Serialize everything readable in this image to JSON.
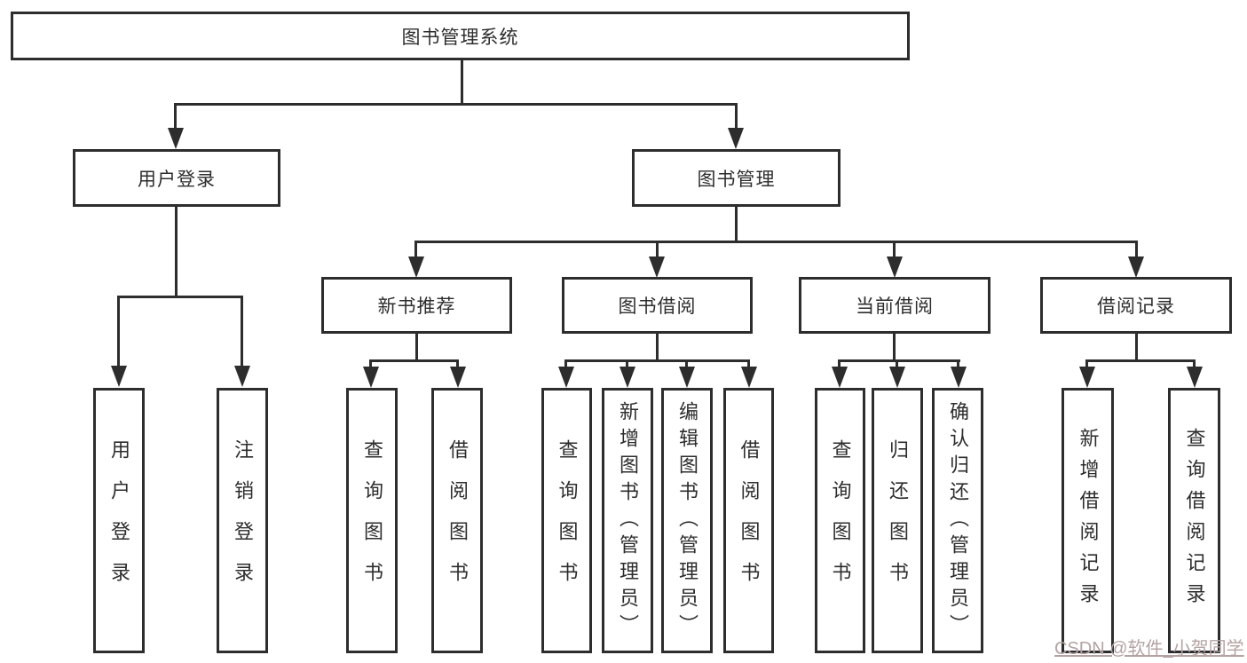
{
  "diagram": {
    "root": {
      "label": "图书管理系统"
    },
    "level1": [
      {
        "label": "用户登录"
      },
      {
        "label": "图书管理"
      }
    ],
    "level2": [
      {
        "label": "新书推荐"
      },
      {
        "label": "图书借阅"
      },
      {
        "label": "当前借阅"
      },
      {
        "label": "借阅记录"
      }
    ],
    "leaves": [
      {
        "label": "用户登录"
      },
      {
        "label": "注销登录"
      },
      {
        "label": "查询图书"
      },
      {
        "label": "借阅图书"
      },
      {
        "label": "查询图书"
      },
      {
        "label": "新增图书（管理员）"
      },
      {
        "label": "编辑图书（管理员）"
      },
      {
        "label": "借阅图书"
      },
      {
        "label": "查询图书"
      },
      {
        "label": "归还图书"
      },
      {
        "label": "确认归还（管理员）"
      },
      {
        "label": "新增借阅记录"
      },
      {
        "label": "查询借阅记录"
      }
    ]
  },
  "watermark": {
    "text": "CSDN @软件_小贺同学"
  },
  "colors": {
    "line": "#2d2d2d",
    "background": "#ffffff",
    "watermark": "#b5a3a3"
  }
}
